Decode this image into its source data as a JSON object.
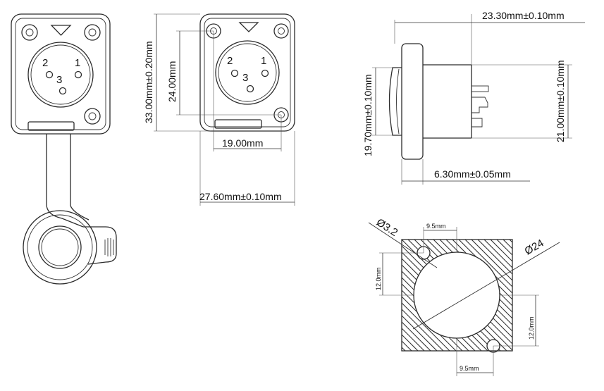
{
  "pins": {
    "p1": "1",
    "p2": "2",
    "p3": "3"
  },
  "front_view": {
    "height": "33.00mm±0.20mm",
    "hole_spacing_v": "24.00mm",
    "hole_spacing_h": "19.00mm",
    "width": "27.60mm±0.10mm"
  },
  "side_view": {
    "length": "23.30mm±0.10mm",
    "front_dia": "19.70mm±0.10mm",
    "body_dia": "21.00mm±0.10mm",
    "flange": "6.30mm±0.05mm"
  },
  "cutout": {
    "hole_dia": "Ø3.2",
    "main_dia": "Ø24",
    "top_offset": "9.5mm",
    "bottom_offset": "9.5mm",
    "left_offset": "12.0mm",
    "right_offset": "12.0mm"
  }
}
